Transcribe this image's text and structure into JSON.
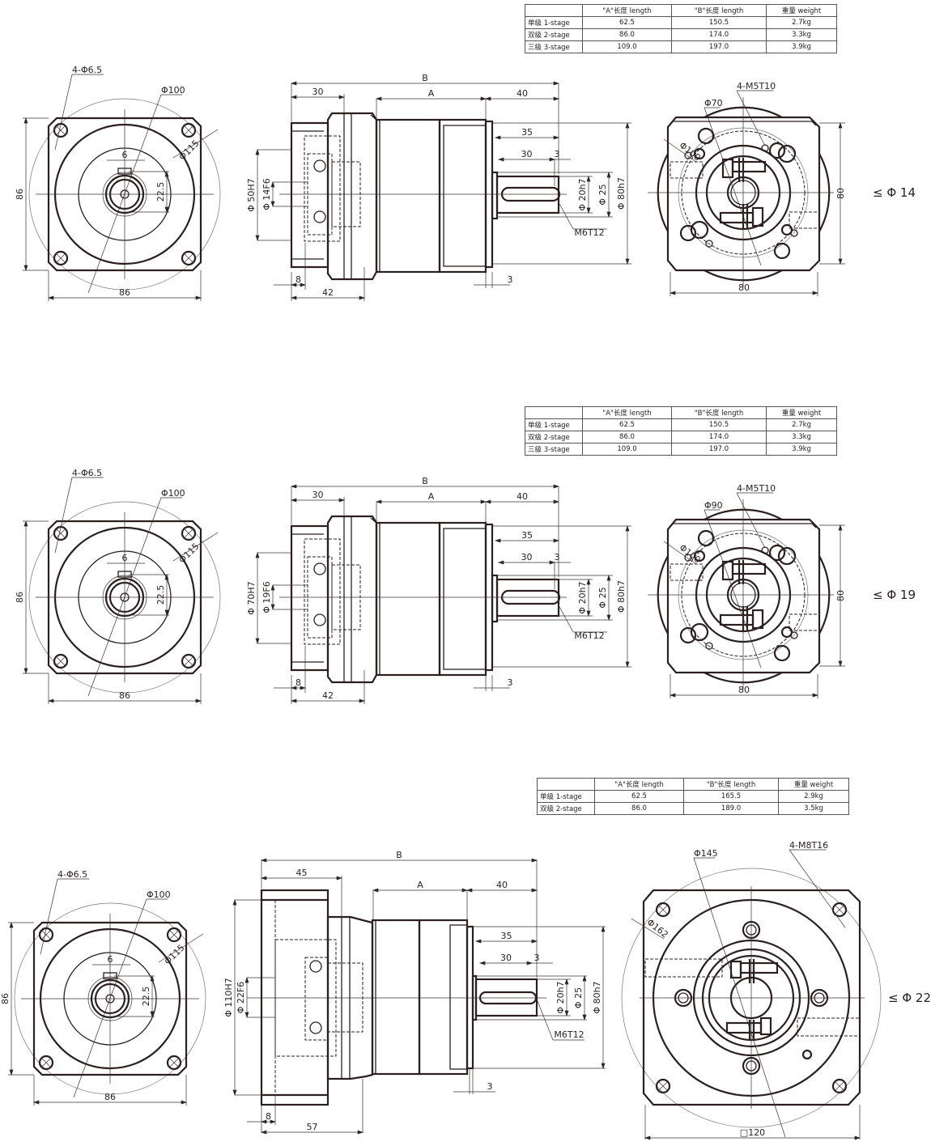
{
  "rows": [
    {
      "table": {
        "headers": [
          "",
          "\"A\"长度 length",
          "\"B\"长度  length",
          "重量 weight"
        ],
        "rows": [
          [
            "单级 1-stage",
            "62.5",
            "150.5",
            "2.7kg"
          ],
          [
            "双级 2-stage",
            "86.0",
            "174.0",
            "3.3kg"
          ],
          [
            "三级 3-stage",
            "109.0",
            "197.0",
            "3.9kg"
          ]
        ]
      },
      "front": {
        "holes": "4-Φ6.5",
        "pcd": "Φ100",
        "circle": "Φ115",
        "key": "6",
        "height": "22.5",
        "side_v": "86",
        "side_h": "86"
      },
      "side": {
        "B": "B",
        "input_len": "30",
        "A": "A",
        "out_len": "40",
        "shaft_len": "35",
        "key_len": "30",
        "key_off": "3",
        "bore": "Φ 50H7",
        "input_shaft": "Φ 14F6",
        "shaft_d": "Φ 20h7",
        "step_d": "Φ 25",
        "pilot": "Φ 80h7",
        "thread": "M6T12",
        "flange_t": "8",
        "input_total": "42",
        "pilot_t": "3"
      },
      "right": {
        "threads": "4-M5T10",
        "pcd": "Φ70",
        "circle": "Φ100",
        "width": "80",
        "height": "80",
        "limit": "≤ Φ 14"
      }
    },
    {
      "table": {
        "headers": [
          "",
          "\"A\"长度 length",
          "\"B\"长度  length",
          "重量 weight"
        ],
        "rows": [
          [
            "单级 1-stage",
            "62.5",
            "150.5",
            "2.7kg"
          ],
          [
            "双级 2-stage",
            "86.0",
            "174.0",
            "3.3kg"
          ],
          [
            "三级 3-stage",
            "109.0",
            "197.0",
            "3.9kg"
          ]
        ]
      },
      "front": {
        "holes": "4-Φ6.5",
        "pcd": "Φ100",
        "circle": "Φ115",
        "key": "6",
        "height": "22.5",
        "side_v": "86",
        "side_h": "86"
      },
      "side": {
        "B": "B",
        "input_len": "30",
        "A": "A",
        "out_len": "40",
        "shaft_len": "35",
        "key_len": "30",
        "key_off": "3",
        "bore": "Φ 70H7",
        "input_shaft": "Φ 19F6",
        "shaft_d": "Φ 20h7",
        "step_d": "Φ 25",
        "pilot": "Φ 80h7",
        "thread": "M6T12",
        "flange_t": "8",
        "input_total": "42",
        "pilot_t": "3"
      },
      "right": {
        "threads": "4-M5T10",
        "pcd": "Φ90",
        "circle": "Φ100",
        "width": "80",
        "height": "80",
        "limit": "≤ Φ 19"
      }
    },
    {
      "table": {
        "headers": [
          "",
          "\"A\"长度 length",
          "\"B\"长度  length",
          "重量 weight"
        ],
        "rows": [
          [
            "单级 1-stage",
            "62.5",
            "165.5",
            "2.9kg"
          ],
          [
            "双级 2-stage",
            "86.0",
            "189.0",
            "3.5kg"
          ]
        ]
      },
      "front": {
        "holes": "4-Φ6.5",
        "pcd": "Φ100",
        "circle": "Φ115",
        "key": "6",
        "height": "22.5",
        "side_v": "86",
        "side_h": "86"
      },
      "side": {
        "B": "B",
        "input_len": "45",
        "A": "A",
        "out_len": "40",
        "shaft_len": "35",
        "key_len": "30",
        "key_off": "3",
        "bore": "Φ 110H7",
        "input_shaft": "Φ 22F6",
        "shaft_d": "Φ 20h7",
        "step_d": "Φ 25",
        "pilot": "Φ 80h7",
        "thread": "M6T12",
        "flange_t": "8",
        "input_total": "57",
        "pilot_t": "3"
      },
      "right": {
        "threads": "4-M8T16",
        "pcd": "Φ145",
        "circle": "Φ162",
        "width": "□120",
        "limit": "≤ Φ 22"
      }
    }
  ]
}
